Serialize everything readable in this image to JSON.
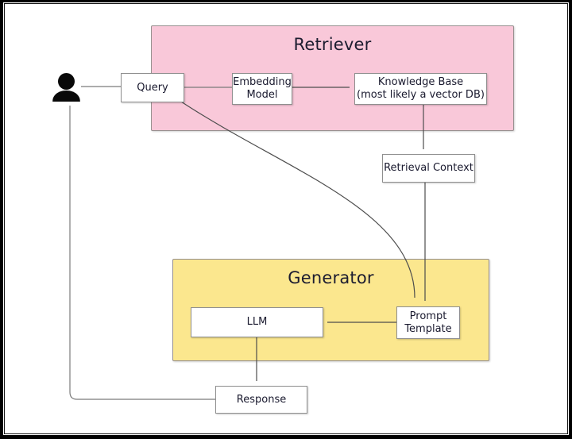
{
  "colors": {
    "retriever_bg": "#F9C8D9",
    "generator_bg": "#FBE78E",
    "box_border": "#8f8f8f",
    "line": "#7a7a7a",
    "arrow": "#1f1f1f",
    "text": "#19192e",
    "frame": "#000000",
    "canvas_bg": "#ffffff"
  },
  "icons": {
    "user": "user-person-icon"
  },
  "containers": {
    "retriever": {
      "title": "Retriever",
      "bg": "#F9C8D9"
    },
    "generator": {
      "title": "Generator",
      "bg": "#FBE78E"
    }
  },
  "nodes": {
    "query": {
      "label": "Query"
    },
    "embedding_model": {
      "line1": "Embedding",
      "line2": "Model"
    },
    "knowledge_base": {
      "line1": "Knowledge Base",
      "line2": "(most likely a vector DB)"
    },
    "retrieval_context": {
      "label": "Retrieval Context"
    },
    "prompt_template": {
      "line1": "Prompt",
      "line2": "Template"
    },
    "llm": {
      "label": "LLM"
    },
    "response": {
      "label": "Response"
    }
  }
}
